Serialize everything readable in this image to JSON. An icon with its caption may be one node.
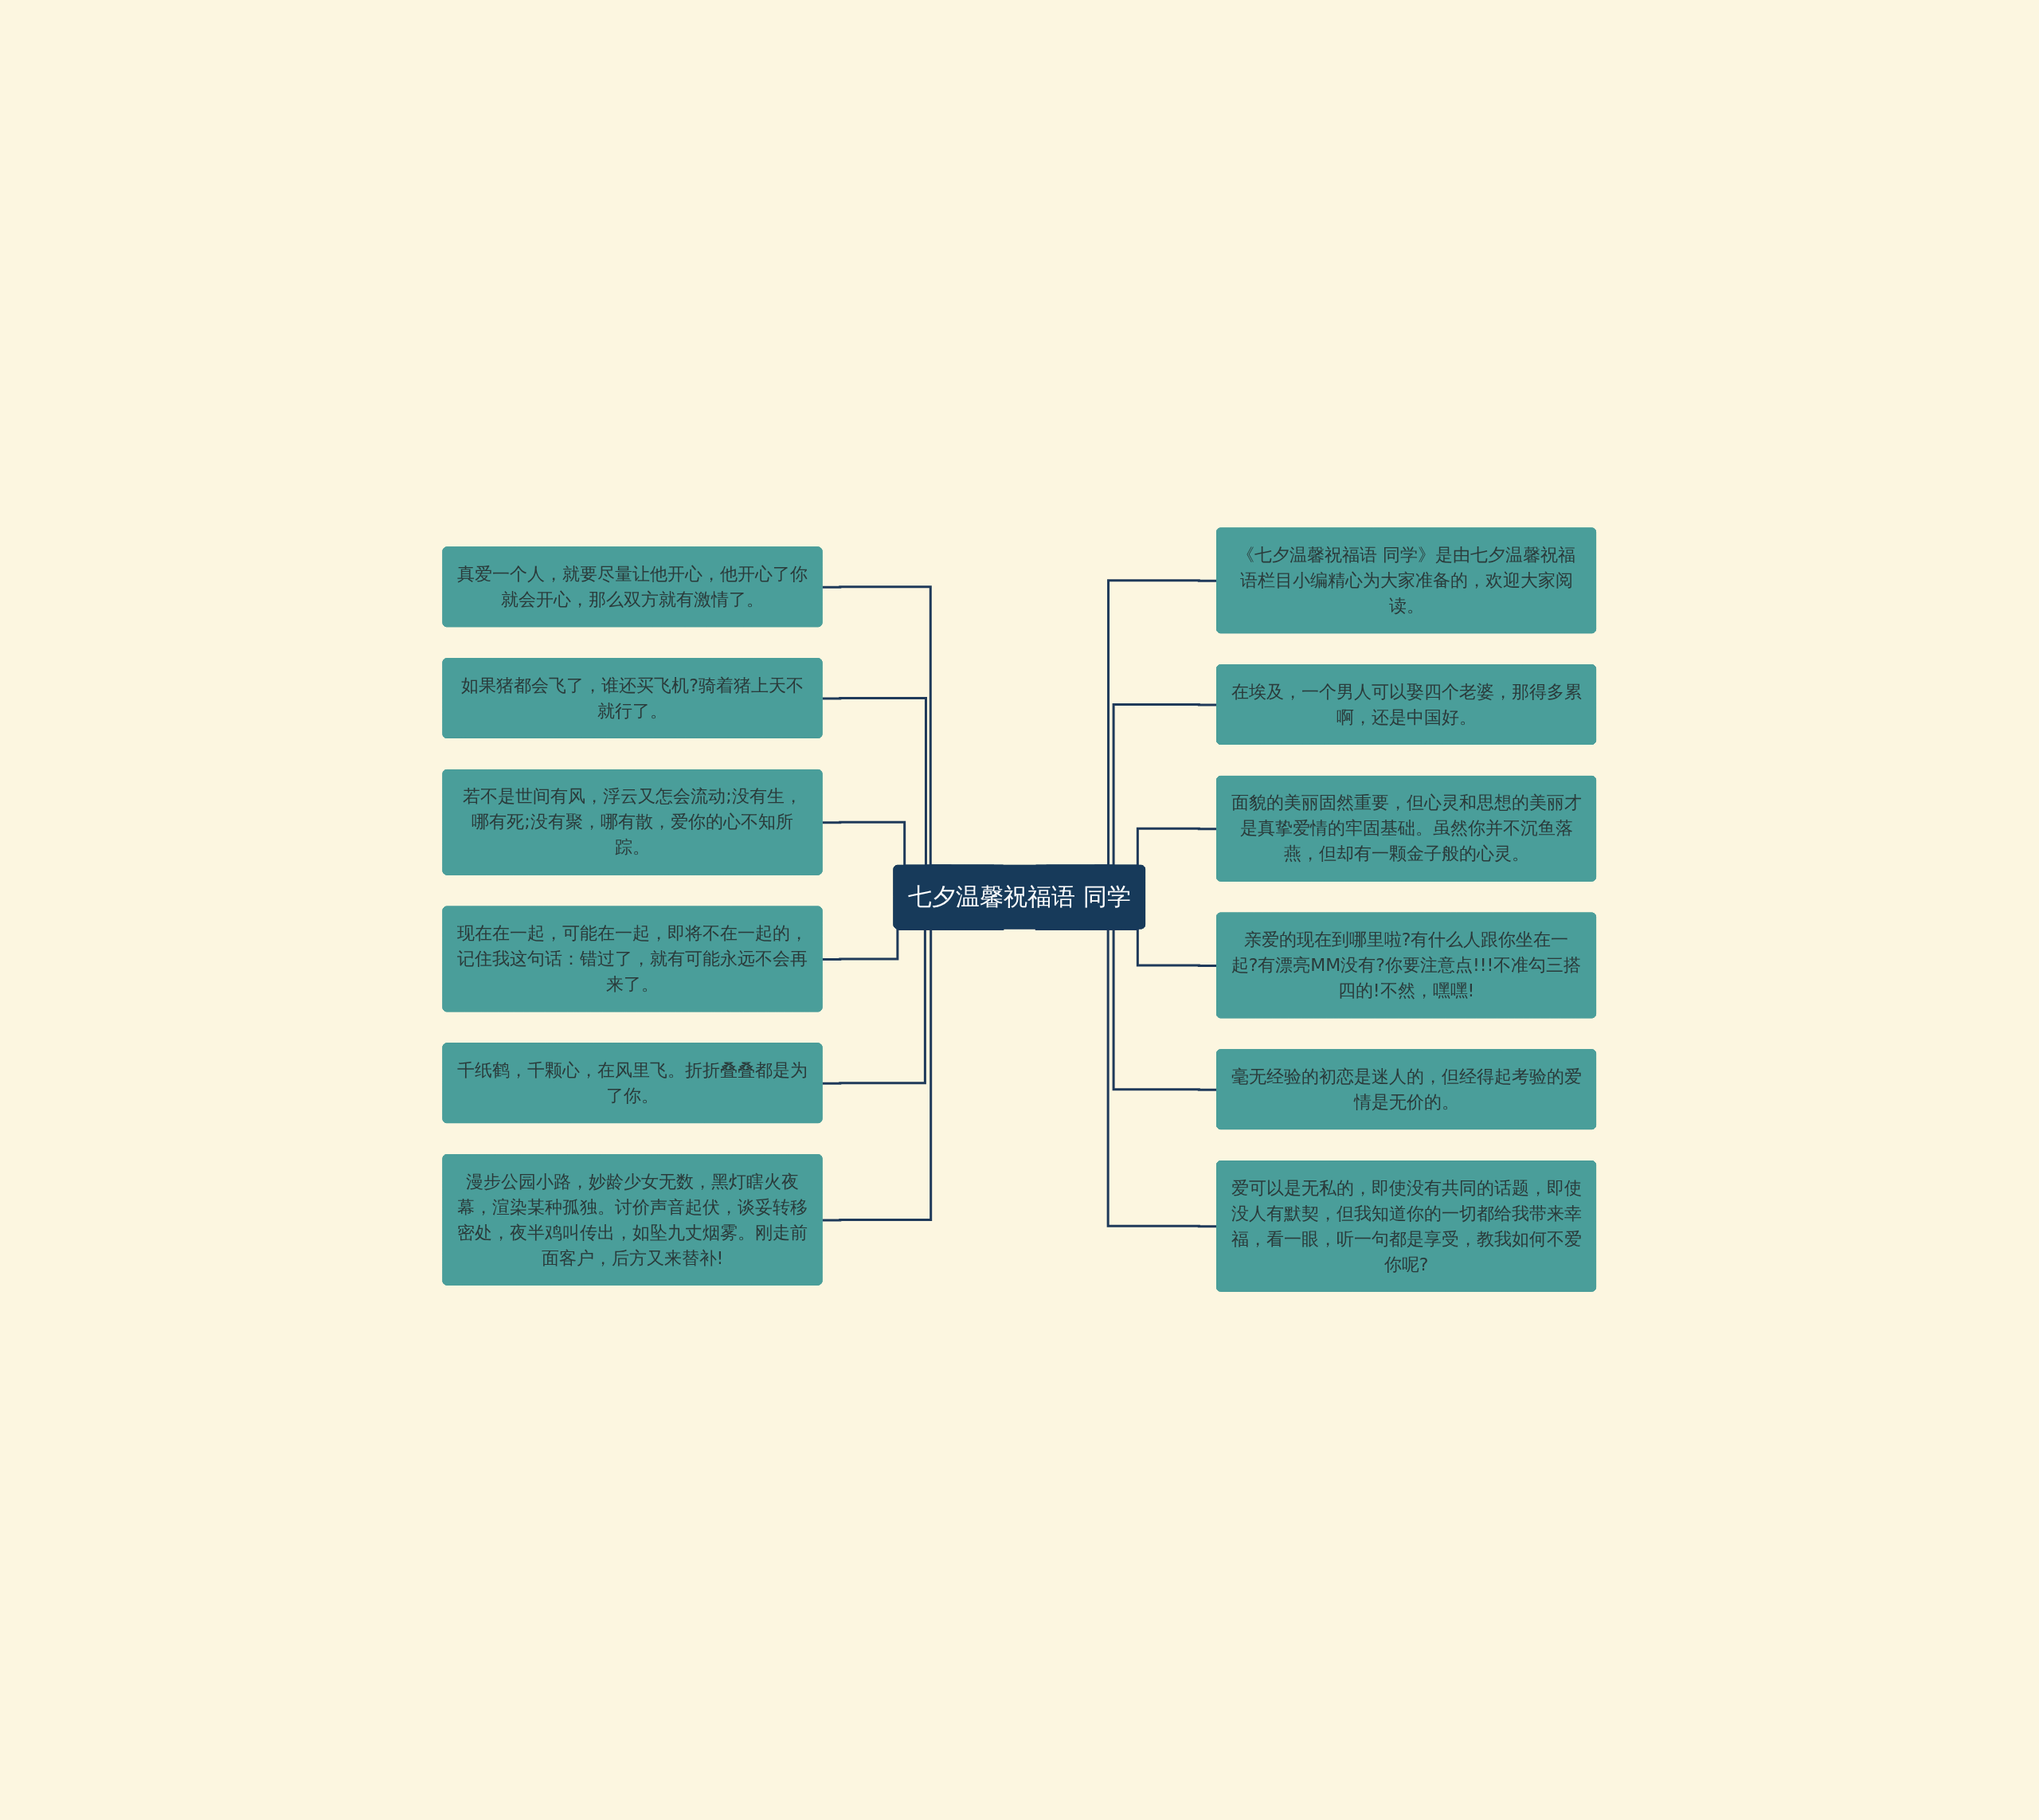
{
  "diagram": {
    "nodes": [
      {
        "text": [
          "七夕温馨祝福语 同学"
        ]
      },
      {
        "text": [
          "真爱一个人，就要尽量让他开心，他开心了你就会开心，那么双方就有激情了。"
        ]
      },
      {
        "text": [
          "如果猪都会飞了，谁还买飞机?骑着猪上天不就行了。"
        ]
      },
      {
        "text": [
          "若不是世间有风，浮云又怎会流动;没有生，哪有死;没有聚，哪有散，爱你的心不知所踪。"
        ]
      },
      {
        "text": [
          "现在在一起，可能在一起，即将不在一起的，记住我这句话：错过了，就有可能永远不会再来了。"
        ]
      },
      {
        "text": [
          "千纸鹤，千颗心，在风里飞。折折叠叠都是为了你。"
        ]
      },
      {
        "text": [
          "漫步公园小路，妙龄少女无数，黑灯瞎火夜幕，渲染某种孤独。讨价声音起伏，谈妥转移密处，夜半鸡叫传出，如坠九丈烟雾。刚走前面客户，后方又来替补!"
        ]
      },
      {
        "text": [
          "《七夕温馨祝福语 同学》是由七夕温馨祝福语栏目小编精心为大家准备的，欢迎大家阅读。"
        ]
      },
      {
        "text": [
          "在埃及，一个男人可以娶四个老婆，那得多累啊，还是中国好。"
        ]
      },
      {
        "text": [
          "面貌的美丽固然重要，但心灵和思想的美丽才是真挚爱情的牢固基础。虽然你并不沉鱼落燕，但却有一颗金子般的心灵。"
        ]
      },
      {
        "text": [
          "亲爱的现在到哪里啦?有什么人跟你坐在一起?有漂亮MM没有?你要注意点!!!不准勾三搭四的!不然，嘿嘿!"
        ]
      },
      {
        "text": [
          "毫无经验的初恋是迷人的，但经得起考验的爱情是无价的。"
        ]
      },
      {
        "text": [
          "爱可以是无私的，即使没有共同的话题，即使没人有默契，但我知道你的一切都给我带来幸福，看一眼，听一句都是享受，教我如何不爱你呢?"
        ]
      }
    ],
    "edges": [
      {
        "from": 1,
        "to": 0,
        "arrow": "none"
      },
      {
        "from": 2,
        "to": 0,
        "arrow": "none"
      },
      {
        "from": 3,
        "to": 0,
        "arrow": "none"
      },
      {
        "from": 4,
        "to": 0,
        "arrow": "none"
      },
      {
        "from": 5,
        "to": 0,
        "arrow": "none"
      },
      {
        "from": 6,
        "to": 0,
        "arrow": "none"
      },
      {
        "from": 0,
        "to": 7,
        "arrow": "none"
      },
      {
        "from": 0,
        "to": 8,
        "arrow": "none"
      },
      {
        "from": 0,
        "to": 9,
        "arrow": "none"
      },
      {
        "from": 0,
        "to": 10,
        "arrow": "none"
      },
      {
        "from": 0,
        "to": 11,
        "arrow": "none"
      },
      {
        "from": 0,
        "to": 12,
        "arrow": "none"
      }
    ]
  }
}
